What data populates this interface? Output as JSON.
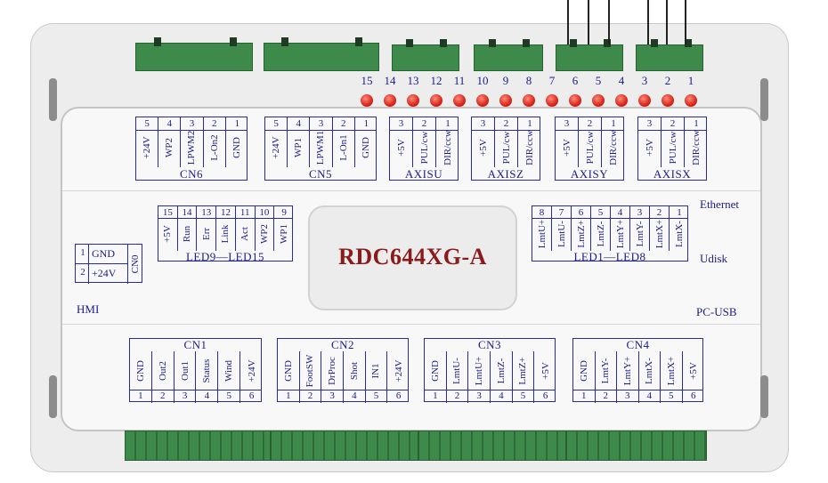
{
  "board": {
    "model": "RDC644XG-A",
    "side_labels": {
      "ethernet": "Ethernet",
      "udisk": "Udisk",
      "pc_usb": "PC-USB",
      "hmi": "HMI"
    }
  },
  "led_numbers": [
    "15",
    "14",
    "13",
    "12",
    "11",
    "10",
    "9",
    "8",
    "7",
    "6",
    "5",
    "4",
    "3",
    "2",
    "1"
  ],
  "top_connectors": [
    {
      "title": "CN6",
      "pins": [
        {
          "num": "5",
          "label": "+24V"
        },
        {
          "num": "4",
          "label": "WP2"
        },
        {
          "num": "3",
          "label": "LPWM2"
        },
        {
          "num": "2",
          "label": "L-On2"
        },
        {
          "num": "1",
          "label": "GND"
        }
      ]
    },
    {
      "title": "CN5",
      "pins": [
        {
          "num": "5",
          "label": "+24V"
        },
        {
          "num": "4",
          "label": "WP1"
        },
        {
          "num": "3",
          "label": "LPWM1"
        },
        {
          "num": "2",
          "label": "L-On1"
        },
        {
          "num": "1",
          "label": "GND"
        }
      ]
    },
    {
      "title": "AXISU",
      "pins": [
        {
          "num": "3",
          "label": "+5V"
        },
        {
          "num": "2",
          "label": "PUL/cw"
        },
        {
          "num": "1",
          "label": "DIR/ccw"
        }
      ]
    },
    {
      "title": "AXISZ",
      "pins": [
        {
          "num": "3",
          "label": "+5V"
        },
        {
          "num": "2",
          "label": "PUL/cw"
        },
        {
          "num": "1",
          "label": "DIR/ccw"
        }
      ]
    },
    {
      "title": "AXISY",
      "pins": [
        {
          "num": "3",
          "label": "+5V"
        },
        {
          "num": "2",
          "label": "PUL/cw"
        },
        {
          "num": "1",
          "label": "DIR/ccw"
        }
      ]
    },
    {
      "title": "AXISX",
      "pins": [
        {
          "num": "3",
          "label": "+5V"
        },
        {
          "num": "2",
          "label": "PUL/cw"
        },
        {
          "num": "1",
          "label": "DIR/ccw"
        }
      ]
    }
  ],
  "led_groups": [
    {
      "title": "LED9—LED15",
      "pins": [
        {
          "num": "15",
          "label": "+5V"
        },
        {
          "num": "14",
          "label": "Run"
        },
        {
          "num": "13",
          "label": "Err"
        },
        {
          "num": "12",
          "label": "Link"
        },
        {
          "num": "11",
          "label": "Act"
        },
        {
          "num": "10",
          "label": "WP2"
        },
        {
          "num": "9",
          "label": "WP1"
        }
      ]
    },
    {
      "title": "LED1—LED8",
      "pins": [
        {
          "num": "8",
          "label": "LmtU+"
        },
        {
          "num": "7",
          "label": "LmtU-"
        },
        {
          "num": "6",
          "label": "LmtZ+"
        },
        {
          "num": "5",
          "label": "LmtZ-"
        },
        {
          "num": "4",
          "label": "LmtY+"
        },
        {
          "num": "3",
          "label": "LmtY-"
        },
        {
          "num": "2",
          "label": "LmtX+"
        },
        {
          "num": "1",
          "label": "LmtX-"
        }
      ]
    }
  ],
  "cn0": {
    "title": "CN0",
    "pins": [
      {
        "num": "1",
        "label": "GND"
      },
      {
        "num": "2",
        "label": "+24V"
      }
    ]
  },
  "bottom_connectors": [
    {
      "title": "CN1",
      "pins": [
        {
          "num": "1",
          "label": "GND"
        },
        {
          "num": "2",
          "label": "Out2"
        },
        {
          "num": "3",
          "label": "Out1"
        },
        {
          "num": "4",
          "label": "Status"
        },
        {
          "num": "5",
          "label": "Wind"
        },
        {
          "num": "6",
          "label": "+24V"
        }
      ]
    },
    {
      "title": "CN2",
      "pins": [
        {
          "num": "1",
          "label": "GND"
        },
        {
          "num": "2",
          "label": "FootSW"
        },
        {
          "num": "3",
          "label": "DrProc"
        },
        {
          "num": "4",
          "label": "Shot"
        },
        {
          "num": "5",
          "label": "IN1"
        },
        {
          "num": "6",
          "label": "+24V"
        }
      ]
    },
    {
      "title": "CN3",
      "pins": [
        {
          "num": "1",
          "label": "GND"
        },
        {
          "num": "2",
          "label": "LmtU-"
        },
        {
          "num": "3",
          "label": "LmtU+"
        },
        {
          "num": "4",
          "label": "LmtZ-"
        },
        {
          "num": "5",
          "label": "LmtZ+"
        },
        {
          "num": "6",
          "label": "+5V"
        }
      ]
    },
    {
      "title": "CN4",
      "pins": [
        {
          "num": "1",
          "label": "GND"
        },
        {
          "num": "2",
          "label": "LmtY-"
        },
        {
          "num": "3",
          "label": "LmtY+"
        },
        {
          "num": "4",
          "label": "LmtX-"
        },
        {
          "num": "5",
          "label": "LmtX+"
        },
        {
          "num": "6",
          "label": "+5V"
        }
      ]
    }
  ],
  "colors": {
    "label_blue": "#1b1b8a",
    "model_red": "#8b1a1a",
    "terminal_green": "#3e8a4a",
    "led_red": "#d9251b"
  }
}
